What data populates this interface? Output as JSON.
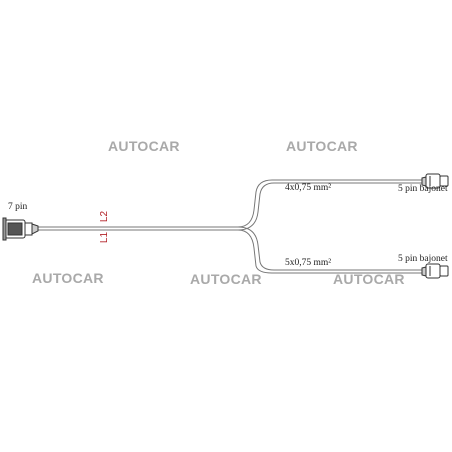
{
  "watermarks": {
    "w1": "AUTOCAR",
    "w2": "AUTOCAR",
    "w3": "AUTOCAR",
    "w4": "AUTOCAR",
    "w5": "AUTOCAR"
  },
  "labels": {
    "main_connector": "7 pin",
    "mark_l1": "L1",
    "mark_l2": "L2",
    "upper_cable": "4x0,75 mm²",
    "lower_cable": "5x0,75 mm²",
    "upper_connector": "5 pin bajonet",
    "lower_connector": "5 pin bajonet"
  },
  "colors": {
    "watermark": "#a9a9a9",
    "marking": "#b3242a",
    "cable": "#777777"
  }
}
